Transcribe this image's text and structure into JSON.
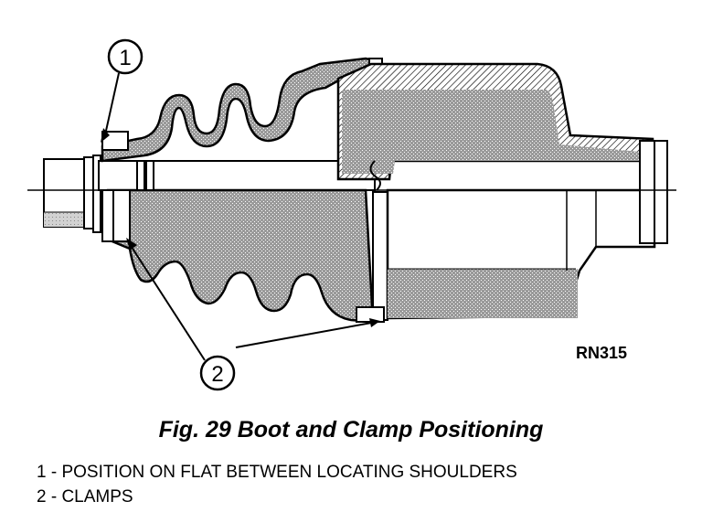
{
  "figure": {
    "reference_code": "RN315",
    "caption": "Fig. 29 Boot and Clamp Positioning",
    "callouts": [
      {
        "number": "1"
      },
      {
        "number": "2"
      }
    ],
    "legend": [
      {
        "text": "1 - POSITION ON FLAT BETWEEN LOCATING SHOULDERS"
      },
      {
        "text": "2 - CLAMPS"
      }
    ]
  },
  "colors": {
    "ink": "#000000",
    "shade_light": "#c8c8c8",
    "shade_mid": "#a8a8a8",
    "shade_dark": "#8a8a8a",
    "paper": "#ffffff"
  }
}
